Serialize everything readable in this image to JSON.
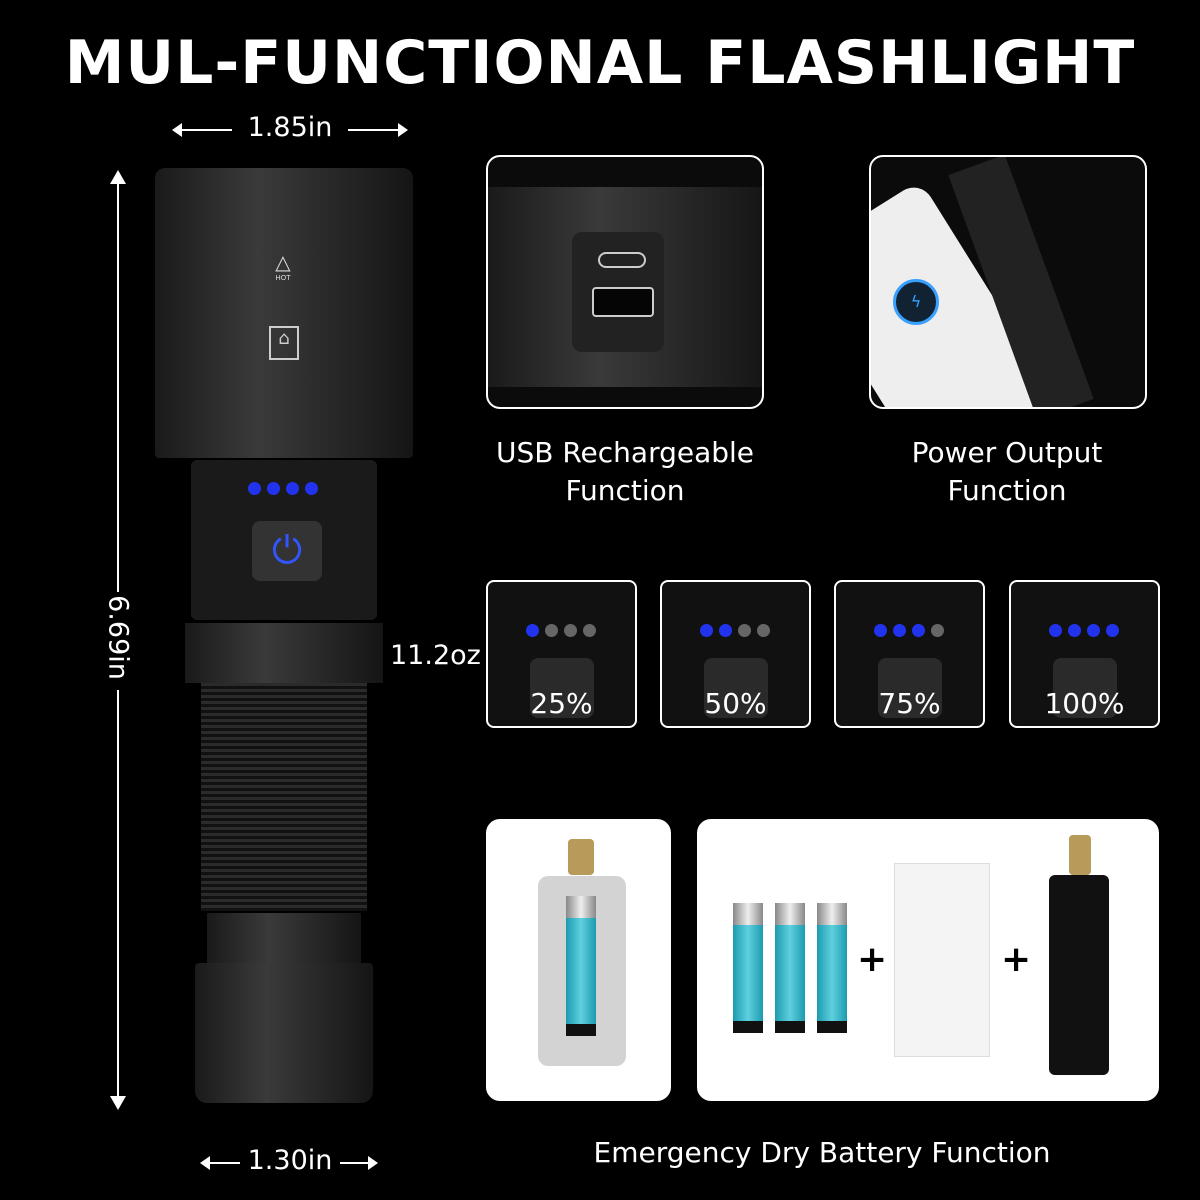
{
  "title": "MUL-FUNCTIONAL FLASHLIGHT",
  "dimensions": {
    "head_width": "1.85in",
    "length": "6.69in",
    "tail_width": "1.30in",
    "weight": "11.2oz"
  },
  "head_icons": {
    "hot_label": "HOT"
  },
  "features": [
    {
      "label": "USB Rechargeable Function"
    },
    {
      "label": "Power Output Function"
    }
  ],
  "battery_levels": [
    {
      "label": "25%",
      "lit": 1
    },
    {
      "label": "50%",
      "lit": 2
    },
    {
      "label": "75%",
      "lit": 3
    },
    {
      "label": "100%",
      "lit": 4
    }
  ],
  "dry_battery": {
    "caption": "Emergency Dry Battery Function",
    "plus": "+"
  },
  "colors": {
    "indicator_blue": "#2233ee",
    "battery_cyan": "#1c9bb0"
  }
}
